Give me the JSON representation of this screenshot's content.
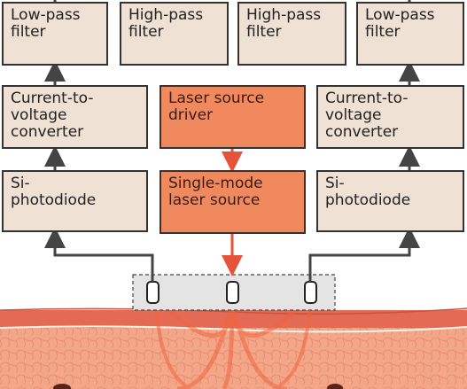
{
  "colors": {
    "box_beige": "#efe1d3",
    "box_orange": "#f08a5e",
    "arrow_dark": "#444444",
    "arrow_red": "#e5533a",
    "skin_top": "#e8705a",
    "skin_body": "#f2a385"
  },
  "blocks": {
    "low_pass_left": "Low-pass\nfilter",
    "high_pass_left": "High-pass\nfilter",
    "high_pass_right": "High-pass\nfilter",
    "low_pass_right": "Low-pass\nfilter",
    "iv_left": "Current-to-\nvoltage\nconverter",
    "laser_driver": "Laser source\ndriver",
    "iv_right": "Current-to-\nvoltage\nconverter",
    "photodiode_left": "Si-\nphotodiode",
    "laser_source": "Single-mode\nlaser source",
    "photodiode_right": "Si-\nphotodiode"
  }
}
